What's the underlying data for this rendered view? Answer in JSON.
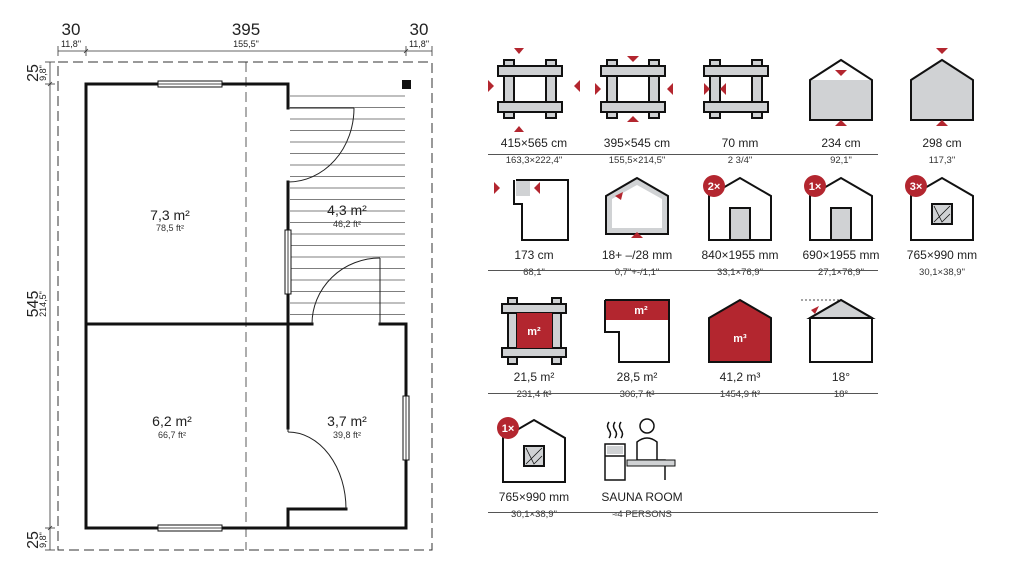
{
  "colors": {
    "accent": "#b3262f",
    "line": "#1a1a1a",
    "grey": "#d0d2d4",
    "text": "#222222"
  },
  "plan": {
    "top_dims": [
      {
        "cm": "30",
        "in": "11,8\""
      },
      {
        "cm": "395",
        "in": "155,5\""
      },
      {
        "cm": "30",
        "in": "11,8\""
      }
    ],
    "left_dims": [
      {
        "cm": "25",
        "in": "9,8\""
      },
      {
        "cm": "545",
        "in": "214,5\""
      },
      {
        "cm": "25",
        "in": "9,8\""
      }
    ],
    "rooms": [
      {
        "m2": "7,3 m²",
        "ft2": "78,5 ft²"
      },
      {
        "m2": "4,3 m²",
        "ft2": "46,2 ft²"
      },
      {
        "m2": "6,2 m²",
        "ft2": "66,7 ft²"
      },
      {
        "m2": "3,7 m²",
        "ft2": "39,8 ft²"
      }
    ]
  },
  "specs": [
    {
      "icon": "outer-dimensions-icon",
      "v1": "415×565 cm",
      "v2": "163,3×222,4\""
    },
    {
      "icon": "inner-dimensions-icon",
      "v1": "395×545 cm",
      "v2": "155,5×214,5\""
    },
    {
      "icon": "wall-thickness-icon",
      "v1": "70 mm",
      "v2": "2  3/4\""
    },
    {
      "icon": "wall-height-icon",
      "v1": "234 cm",
      "v2": "92,1\""
    },
    {
      "icon": "ridge-height-icon",
      "v1": "298 cm",
      "v2": "117,3\""
    },
    {
      "icon": "roof-overhang-icon",
      "v1": "173 cm",
      "v2": "68,1\""
    },
    {
      "icon": "roof-floor-thickness-icon",
      "v1": "18+ –/28 mm",
      "v2": "0,7\"+-/1,1\""
    },
    {
      "icon": "door-icon",
      "badge": "2×",
      "v1": "840×1955 mm",
      "v2": "33,1×76,9\""
    },
    {
      "icon": "door-icon",
      "badge": "1×",
      "v1": "690×1955 mm",
      "v2": "27,1×76,9\""
    },
    {
      "icon": "window-icon",
      "badge": "3×",
      "v1": "765×990 mm",
      "v2": "30,1×38,9\""
    },
    {
      "icon": "floor-area-icon",
      "label": "m²",
      "v1": "21,5 m²",
      "v2": "231,4 ft²"
    },
    {
      "icon": "total-area-icon",
      "label": "m²",
      "v1": "28,5 m²",
      "v2": "306,7 ft²"
    },
    {
      "icon": "volume-icon",
      "label": "m³",
      "v1": "41,2 m³",
      "v2": "1454,9 ft³"
    },
    {
      "icon": "roof-pitch-icon",
      "v1": "18°",
      "v2": "18°"
    },
    {
      "icon": "window-icon",
      "badge": "1×",
      "v1": "765×990 mm",
      "v2": "30,1×38,9\""
    },
    {
      "icon": "sauna-icon",
      "v1": "SAUNA ROOM",
      "v2": "≈4 PERSONS"
    }
  ]
}
